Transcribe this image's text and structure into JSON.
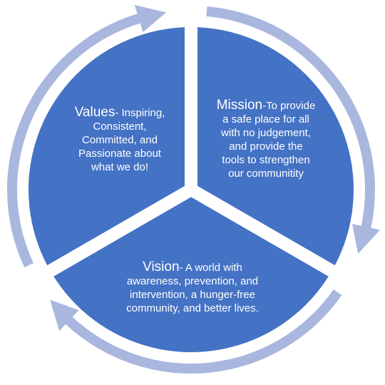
{
  "colors": {
    "segment_fill": "#4472c4",
    "arrow_ring": "#a9b7de",
    "text": "#ffffff",
    "background": "#ffffff"
  },
  "segments": {
    "values": {
      "heading": "Values",
      "body_lines": [
        "- Inspiring,",
        "Consistent,",
        "Committed, and",
        "Passionate about",
        "what we do!"
      ]
    },
    "mission": {
      "heading": "Mission",
      "body_lines": [
        "-To provide",
        "a safe place for all",
        "with no judgement,",
        "and provide the",
        "tools to strengthen",
        "our communitity"
      ]
    },
    "vision": {
      "heading": "Vision",
      "body_lines": [
        "- A world with",
        "awareness, prevention, and",
        "intervention, a hunger-free",
        "community, and better lives."
      ]
    }
  }
}
